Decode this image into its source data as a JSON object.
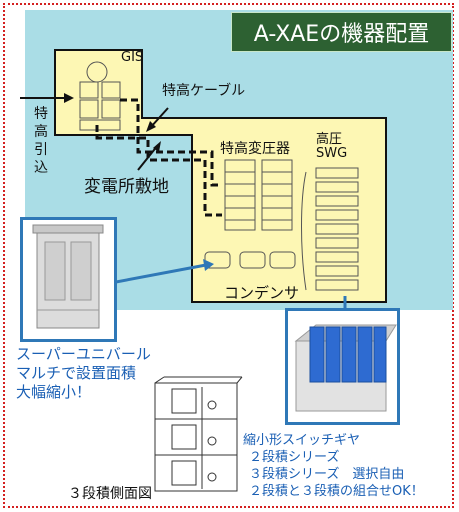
{
  "title": "A-XAEの機器配置",
  "labels": {
    "gis": "GIS",
    "tokko_cable": "特高ケーブル",
    "incoming": [
      "特",
      "高",
      "引",
      "込"
    ],
    "substation_site": "変電所敷地",
    "tokko_transformer": "特高変圧器",
    "hv_swg_line1": "高圧",
    "hv_swg_line2": "SWG",
    "condenser": "コンデンサ"
  },
  "notes": {
    "super_unibar": [
      "スーパーユニバール",
      "マルチで設置面積",
      "大幅縮小！"
    ],
    "side_view": "３段積側面図",
    "switchgear": [
      "縮小形スイッチギヤ",
      "２段積シリーズ",
      "３段積シリーズ　選択自由",
      "２段積と３段積の組合せOK！"
    ]
  },
  "colors": {
    "title_bg": "#2d6132",
    "site_bg": "#aadde6",
    "plot_fill": "#fdf7b4",
    "frame_border": "#d42020",
    "accent_blue": "#2f78b7",
    "note_text": "#1a5fb4"
  }
}
